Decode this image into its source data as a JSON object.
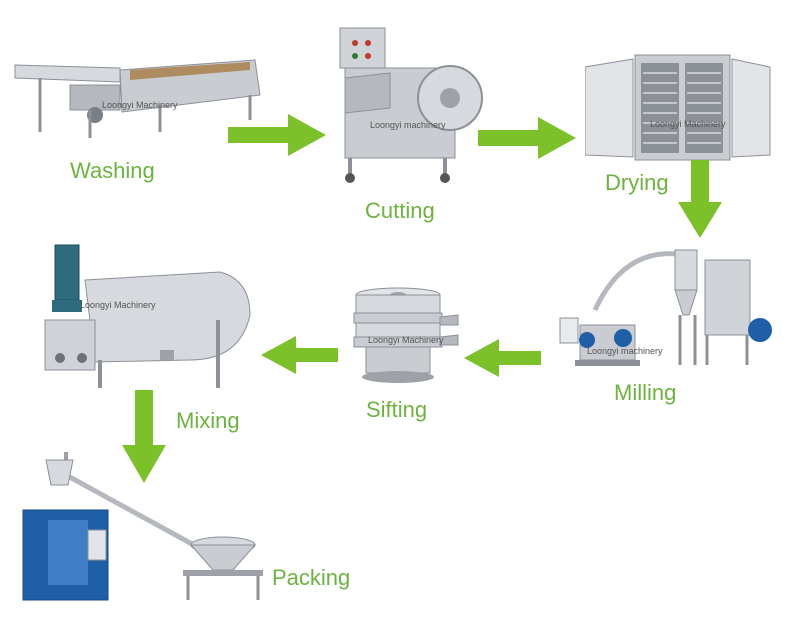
{
  "stages": [
    {
      "label": "Washing",
      "watermark": "Loongyi Machinery"
    },
    {
      "label": "Cutting",
      "watermark": "Loongyi machinery"
    },
    {
      "label": "Drying",
      "watermark": "Loongyi Machinery"
    },
    {
      "label": "Milling",
      "watermark": "Loongyi machinery"
    },
    {
      "label": "Sifting",
      "watermark": "Loongyi Machinery"
    },
    {
      "label": "Mixing",
      "watermark": "Loongyi Machinery"
    },
    {
      "label": "Packing",
      "watermark": ""
    }
  ],
  "colors": {
    "arrow": "#7cc02a",
    "label": "#6db33f",
    "steel": "#c9ccd1",
    "steel_dark": "#8c9097",
    "blue": "#1f5fa8"
  }
}
